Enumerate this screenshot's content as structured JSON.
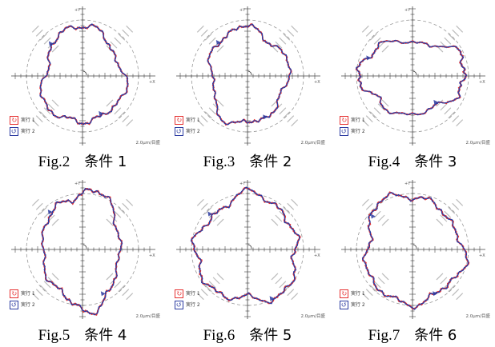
{
  "legend": {
    "series1": "実行 1",
    "series2": "実行 2",
    "series1_color": "#e53030",
    "series2_color": "#2a3aa0"
  },
  "axis": {
    "x_label": "+X",
    "y_label": "+Y"
  },
  "scale_label": "2.0μm/目盛",
  "panels": [
    {
      "fig": "Fig.2",
      "condition": "条件 1"
    },
    {
      "fig": "Fig.3",
      "condition": "条件 2"
    },
    {
      "fig": "Fig.4",
      "condition": "条件 3"
    },
    {
      "fig": "Fig.5",
      "condition": "条件 4"
    },
    {
      "fig": "Fig.6",
      "condition": "条件 5"
    },
    {
      "fig": "Fig.7",
      "condition": "条件 6"
    }
  ]
}
